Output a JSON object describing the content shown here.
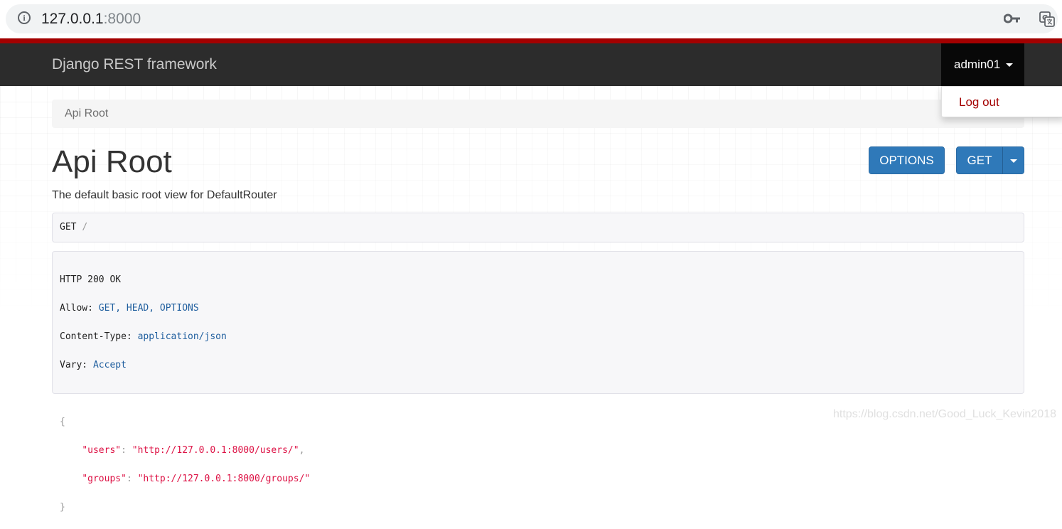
{
  "browser": {
    "url_host": "127.0.0.1",
    "url_port": ":8000",
    "info_icon": "info-icon",
    "key_icon": "key-icon",
    "translate_icon": "translate-icon"
  },
  "navbar": {
    "brand": "Django REST framework",
    "user": "admin01",
    "accent_color": "#a30000",
    "background_color": "#2c2c2c"
  },
  "dropdown": {
    "items": [
      {
        "label": "Log out"
      }
    ]
  },
  "breadcrumb": {
    "items": [
      {
        "label": "Api Root"
      }
    ]
  },
  "content": {
    "title": "Api Root",
    "description": "The default basic root view for DefaultRouter",
    "buttons": {
      "options": "OPTIONS",
      "get": "GET"
    },
    "button_color": "#2f79b9"
  },
  "request": {
    "method": "GET",
    "path": "/"
  },
  "response": {
    "status": "HTTP 200 OK",
    "headers": [
      {
        "name": "Allow:",
        "value": "GET, HEAD, OPTIONS"
      },
      {
        "name": "Content-Type:",
        "value": "application/json"
      },
      {
        "name": "Vary:",
        "value": "Accept"
      }
    ],
    "body_open": "{",
    "body_close": "}",
    "body": [
      {
        "key": "\"users\"",
        "sep": ": ",
        "value": "\"http://127.0.0.1:8000/users/\"",
        "comma": ","
      },
      {
        "key": "\"groups\"",
        "sep": ": ",
        "value": "\"http://127.0.0.1:8000/groups/\"",
        "comma": ""
      }
    ]
  },
  "watermark": "https://blog.csdn.net/Good_Luck_Kevin2018"
}
